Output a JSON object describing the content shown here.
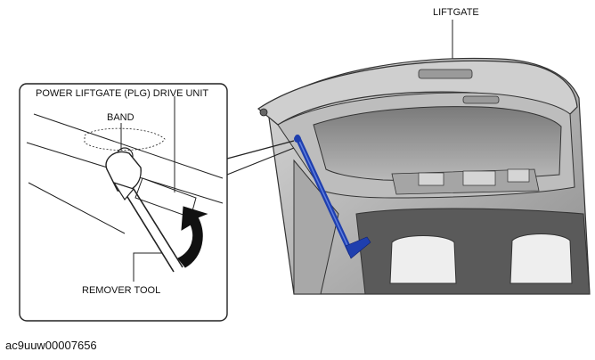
{
  "labels": {
    "liftgate": "LIFTGATE",
    "drive_unit": "POWER LIFTGATE (PLG) DRIVE UNIT",
    "band": "BAND",
    "remover_tool": "REMOVER TOOL"
  },
  "figure_id": "ac9uuw00007656",
  "colors": {
    "strut": "#1f3fae",
    "arrow": "#111111",
    "outline": "#222222"
  }
}
